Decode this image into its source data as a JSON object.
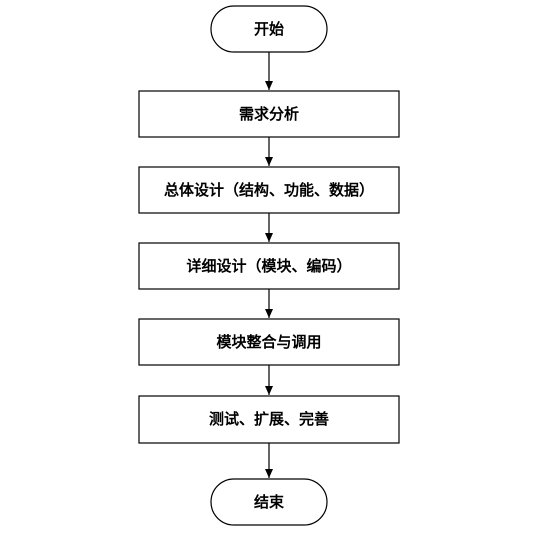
{
  "flowchart": {
    "start": {
      "label": "开始"
    },
    "steps": [
      {
        "label": "需求分析"
      },
      {
        "label": "总体设计（结构、功能、数据）"
      },
      {
        "label": "详细设计（模块、编码）"
      },
      {
        "label": "模块整合与调用"
      },
      {
        "label": "测试、扩展、完善"
      }
    ],
    "end": {
      "label": "结束"
    }
  }
}
